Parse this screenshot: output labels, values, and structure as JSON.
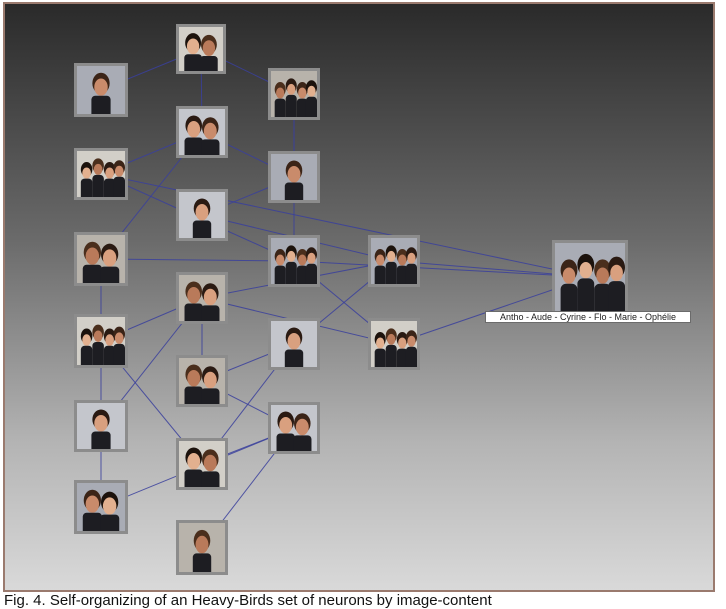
{
  "graph": {
    "nodes": [
      {
        "id": 1,
        "name": "photo-node-1",
        "kind": "single"
      },
      {
        "id": 2,
        "name": "photo-node-2",
        "kind": "pair"
      },
      {
        "id": 3,
        "name": "photo-node-3",
        "kind": "group"
      },
      {
        "id": 4,
        "name": "photo-node-4",
        "kind": "pair"
      },
      {
        "id": 5,
        "name": "photo-node-5",
        "kind": "single"
      },
      {
        "id": 6,
        "name": "photo-node-6",
        "kind": "group"
      },
      {
        "id": 7,
        "name": "photo-node-7",
        "kind": "pair"
      },
      {
        "id": 8,
        "name": "photo-node-8",
        "kind": "single"
      },
      {
        "id": 9,
        "name": "photo-node-9",
        "kind": "group"
      },
      {
        "id": 10,
        "name": "photo-node-10",
        "kind": "group"
      },
      {
        "id": 11,
        "name": "photo-node-11",
        "kind": "pair"
      },
      {
        "id": 12,
        "name": "photo-node-12",
        "kind": "single"
      },
      {
        "id": 13,
        "name": "photo-node-13",
        "kind": "group"
      },
      {
        "id": 14,
        "name": "photo-node-14",
        "kind": "group"
      },
      {
        "id": 15,
        "name": "photo-node-15",
        "kind": "pair"
      },
      {
        "id": 16,
        "name": "photo-node-16",
        "kind": "single"
      },
      {
        "id": 17,
        "name": "photo-node-17",
        "kind": "pair"
      },
      {
        "id": 18,
        "name": "photo-node-18",
        "kind": "pair"
      },
      {
        "id": 19,
        "name": "photo-node-19",
        "kind": "single"
      },
      {
        "id": 20,
        "name": "photo-node-20",
        "kind": "pair"
      },
      {
        "id": 21,
        "name": "photo-node-21",
        "kind": "group"
      }
    ],
    "edges": [
      [
        1,
        2
      ],
      [
        2,
        3
      ],
      [
        2,
        4
      ],
      [
        3,
        5
      ],
      [
        4,
        5
      ],
      [
        4,
        6
      ],
      [
        6,
        9
      ],
      [
        6,
        21
      ],
      [
        7,
        4
      ],
      [
        7,
        9
      ],
      [
        7,
        10
      ],
      [
        9,
        14
      ],
      [
        9,
        21
      ],
      [
        10,
        11
      ],
      [
        10,
        18
      ],
      [
        10,
        17
      ],
      [
        11,
        13
      ],
      [
        11,
        15
      ],
      [
        11,
        14
      ],
      [
        12,
        11
      ],
      [
        13,
        21
      ],
      [
        14,
        21
      ],
      [
        15,
        20
      ],
      [
        16,
        15
      ],
      [
        16,
        18
      ],
      [
        17,
        20
      ],
      [
        18,
        20
      ],
      [
        19,
        20
      ],
      [
        5,
        8
      ],
      [
        8,
        13
      ],
      [
        3,
        9
      ],
      [
        13,
        16
      ]
    ],
    "edge_color": "#3a3f9c",
    "result_caption": "Antho - Aude - Cyrine - Flo - Marie - Ophélie"
  },
  "figure_caption": "Fig. 4. Self-organizing of an Heavy-Birds set of neurons by image-content"
}
